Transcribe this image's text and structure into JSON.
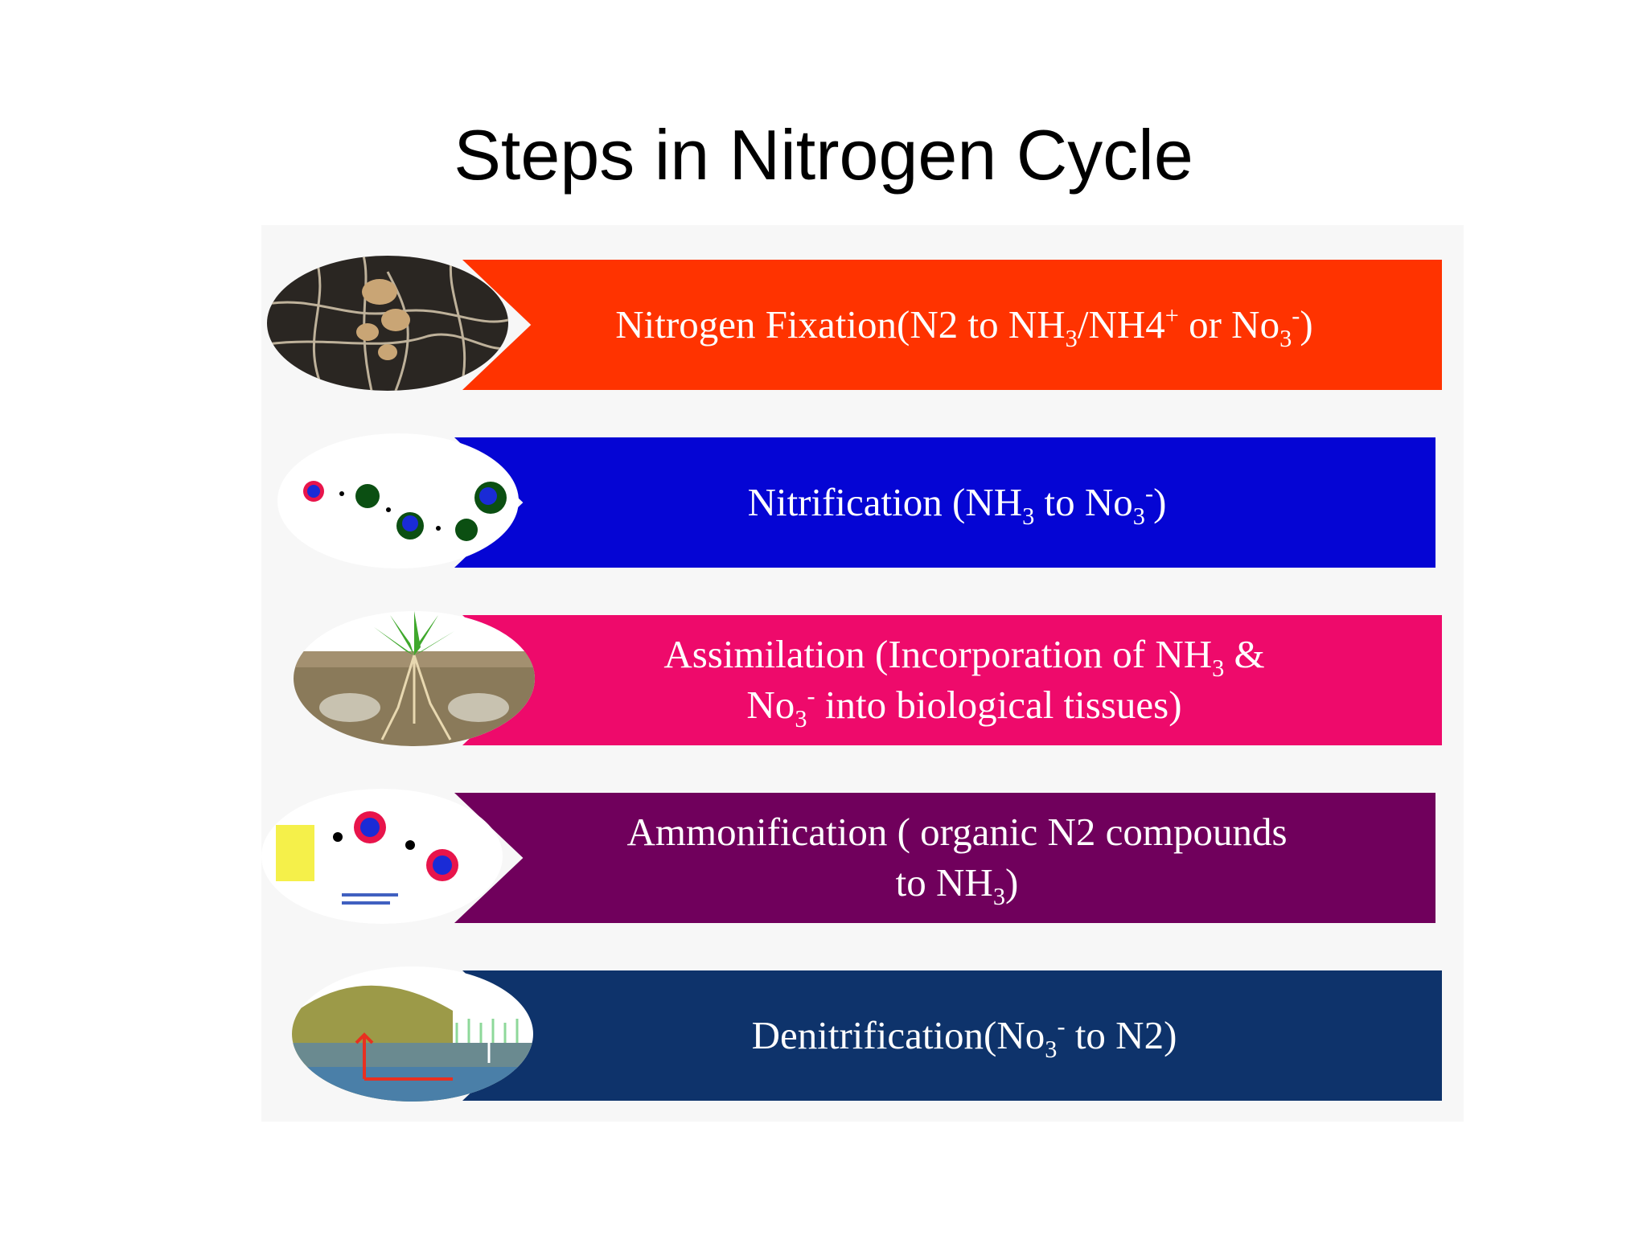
{
  "slide": {
    "title": "Steps in Nitrogen Cycle"
  },
  "steps": [
    {
      "name": "Nitrogen Fixation",
      "text_parts": [
        "Nitrogen Fixation(N2 to NH",
        "3",
        "/NH4",
        "+",
        " or No",
        "3",
        "-",
        ")"
      ],
      "color": "#ff3300",
      "icon": "plant-roots-nodules-icon"
    },
    {
      "name": "Nitrification",
      "text_parts": [
        "Nitrification (NH",
        "3",
        " to  No",
        "3",
        "-",
        ")"
      ],
      "color": "#0505d4",
      "icon": "nitrification-molecules-icon"
    },
    {
      "name": "Assimilation",
      "text_parts": [
        "Assimilation (Incorporation of NH",
        "3",
        " &",
        "No",
        "3",
        "-",
        " into biological tissues)"
      ],
      "color": "#ee0a6b",
      "icon": "plant-in-soil-icon"
    },
    {
      "name": "Ammonification",
      "text_parts": [
        "Ammonification ( organic N2 compounds",
        "to NH",
        "3",
        ")"
      ],
      "color": "#70005c",
      "icon": "ammonification-molecules-icon"
    },
    {
      "name": "Denitrification",
      "text_parts": [
        "Denitrification(No",
        "3",
        "-",
        " to  N2)"
      ],
      "color": "#0e336b",
      "icon": "soil-water-cross-section-icon"
    }
  ]
}
